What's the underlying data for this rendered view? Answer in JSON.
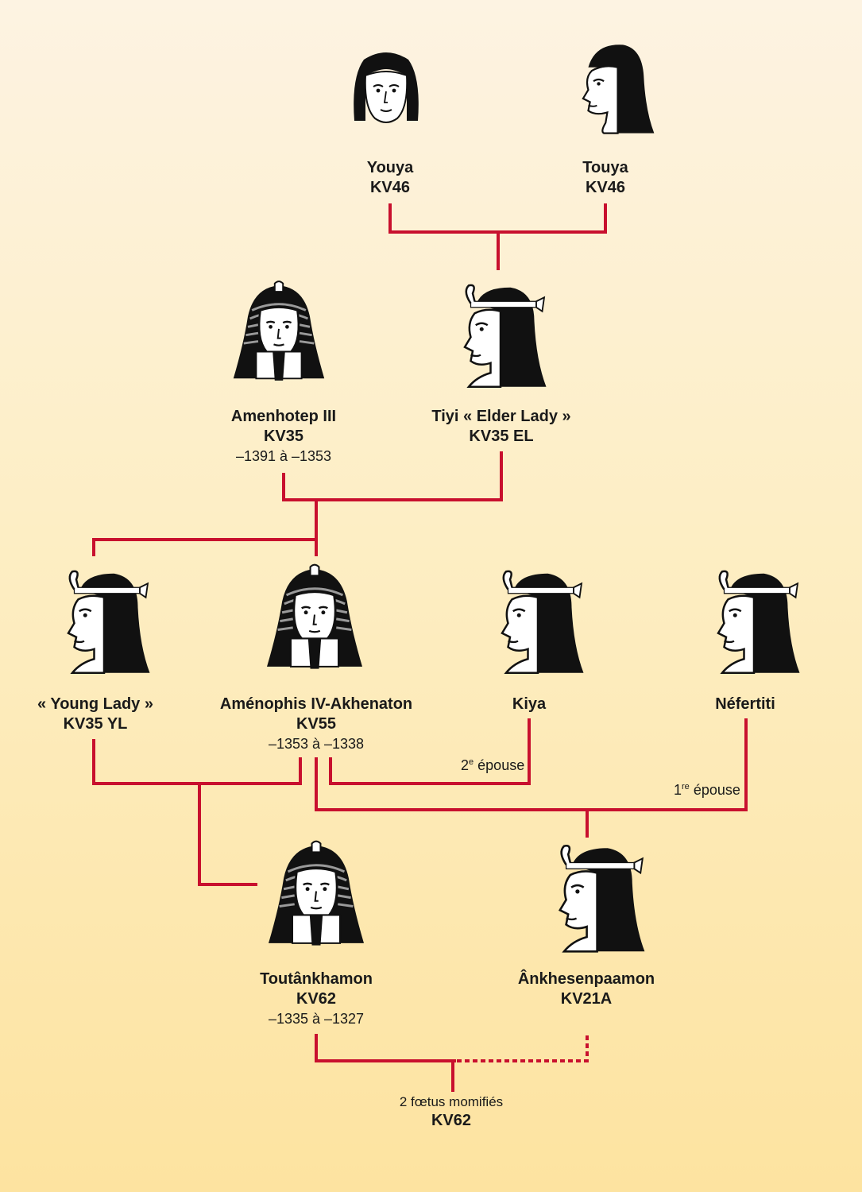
{
  "colors": {
    "lines": "#c8102e",
    "ink": "#111111"
  },
  "people": {
    "youya": {
      "name": "Youya",
      "tomb": "KV46",
      "icon": "man-head-icon"
    },
    "touya": {
      "name": "Touya",
      "tomb": "KV46",
      "icon": "woman-wig-icon"
    },
    "amenhotep3": {
      "name": "Amenhotep III",
      "tomb": "KV35",
      "dates": "–1391 à –1353",
      "icon": "pharaoh-nemes-icon"
    },
    "tiyi": {
      "name": "Tiyi « Elder Lady »",
      "tomb": "KV35 EL",
      "icon": "queen-uraeus-icon"
    },
    "young_lady": {
      "name": "« Young Lady »",
      "tomb": "KV35 YL",
      "icon": "queen-uraeus-icon"
    },
    "akhenaton": {
      "name": "Aménophis IV-Akhenaton",
      "tomb": "KV55",
      "dates": "–1353 à –1338",
      "icon": "pharaoh-nemes-icon"
    },
    "kiya": {
      "name": "Kiya",
      "icon": "queen-uraeus-icon"
    },
    "nefertiti": {
      "name": "Néfertiti",
      "icon": "queen-uraeus-icon"
    },
    "toutankhamon": {
      "name": "Toutânkhamon",
      "tomb": "KV62",
      "dates": "–1335 à –1327",
      "icon": "pharaoh-nemes-icon"
    },
    "ankhesenpaamon": {
      "name": "Ânkhesenpaamon",
      "tomb": "KV21A",
      "icon": "queen-uraeus-icon"
    }
  },
  "relations": {
    "second_wife": {
      "num": "2",
      "sup": "e",
      "text": "épouse"
    },
    "first_wife": {
      "num": "1",
      "sup": "re",
      "text": "épouse"
    }
  },
  "fetuses": {
    "label": "2 fœtus momifiés",
    "tomb": "KV62"
  }
}
